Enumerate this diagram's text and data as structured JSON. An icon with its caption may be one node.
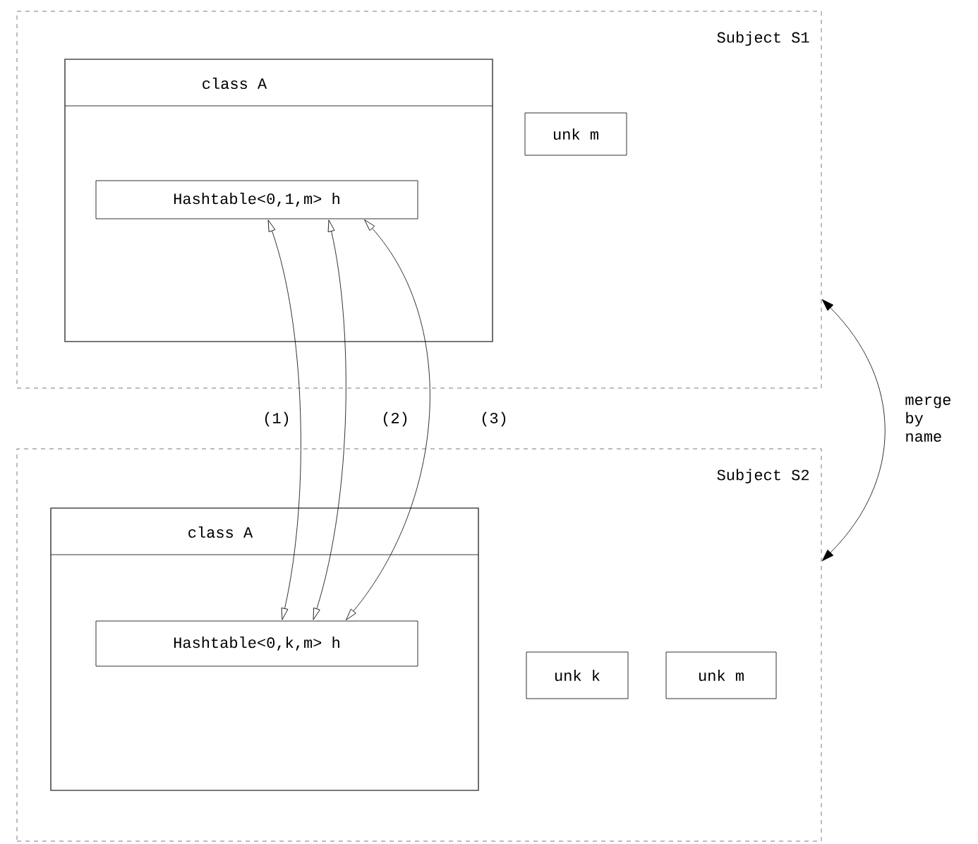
{
  "diagram": {
    "nodes": [
      {
        "text": [
          "Subject S1"
        ]
      },
      {
        "text": [
          "class A"
        ],
        "in": 0
      },
      {
        "text": [
          "Hashtable<0,1,m> h"
        ],
        "in": 1
      },
      {
        "text": [
          "unk m"
        ],
        "in": 0
      },
      {
        "text": [
          "Subject S2"
        ]
      },
      {
        "text": [
          "class A"
        ],
        "in": 4
      },
      {
        "text": [
          "Hashtable<0,k,m> h"
        ],
        "in": 5
      },
      {
        "text": [
          "unk k"
        ],
        "in": 4
      },
      {
        "text": [
          "unk m"
        ],
        "in": 4
      }
    ],
    "edges": [
      {
        "from": 6,
        "to": 2,
        "arrow": "both",
        "label": "(1)"
      },
      {
        "from": 6,
        "to": 2,
        "arrow": "both",
        "label": "(2)"
      },
      {
        "from": 6,
        "to": 2,
        "arrow": "both",
        "label": "(3)"
      },
      {
        "from": 0,
        "to": 4,
        "arrow": "both",
        "label": "merge by name"
      }
    ]
  }
}
